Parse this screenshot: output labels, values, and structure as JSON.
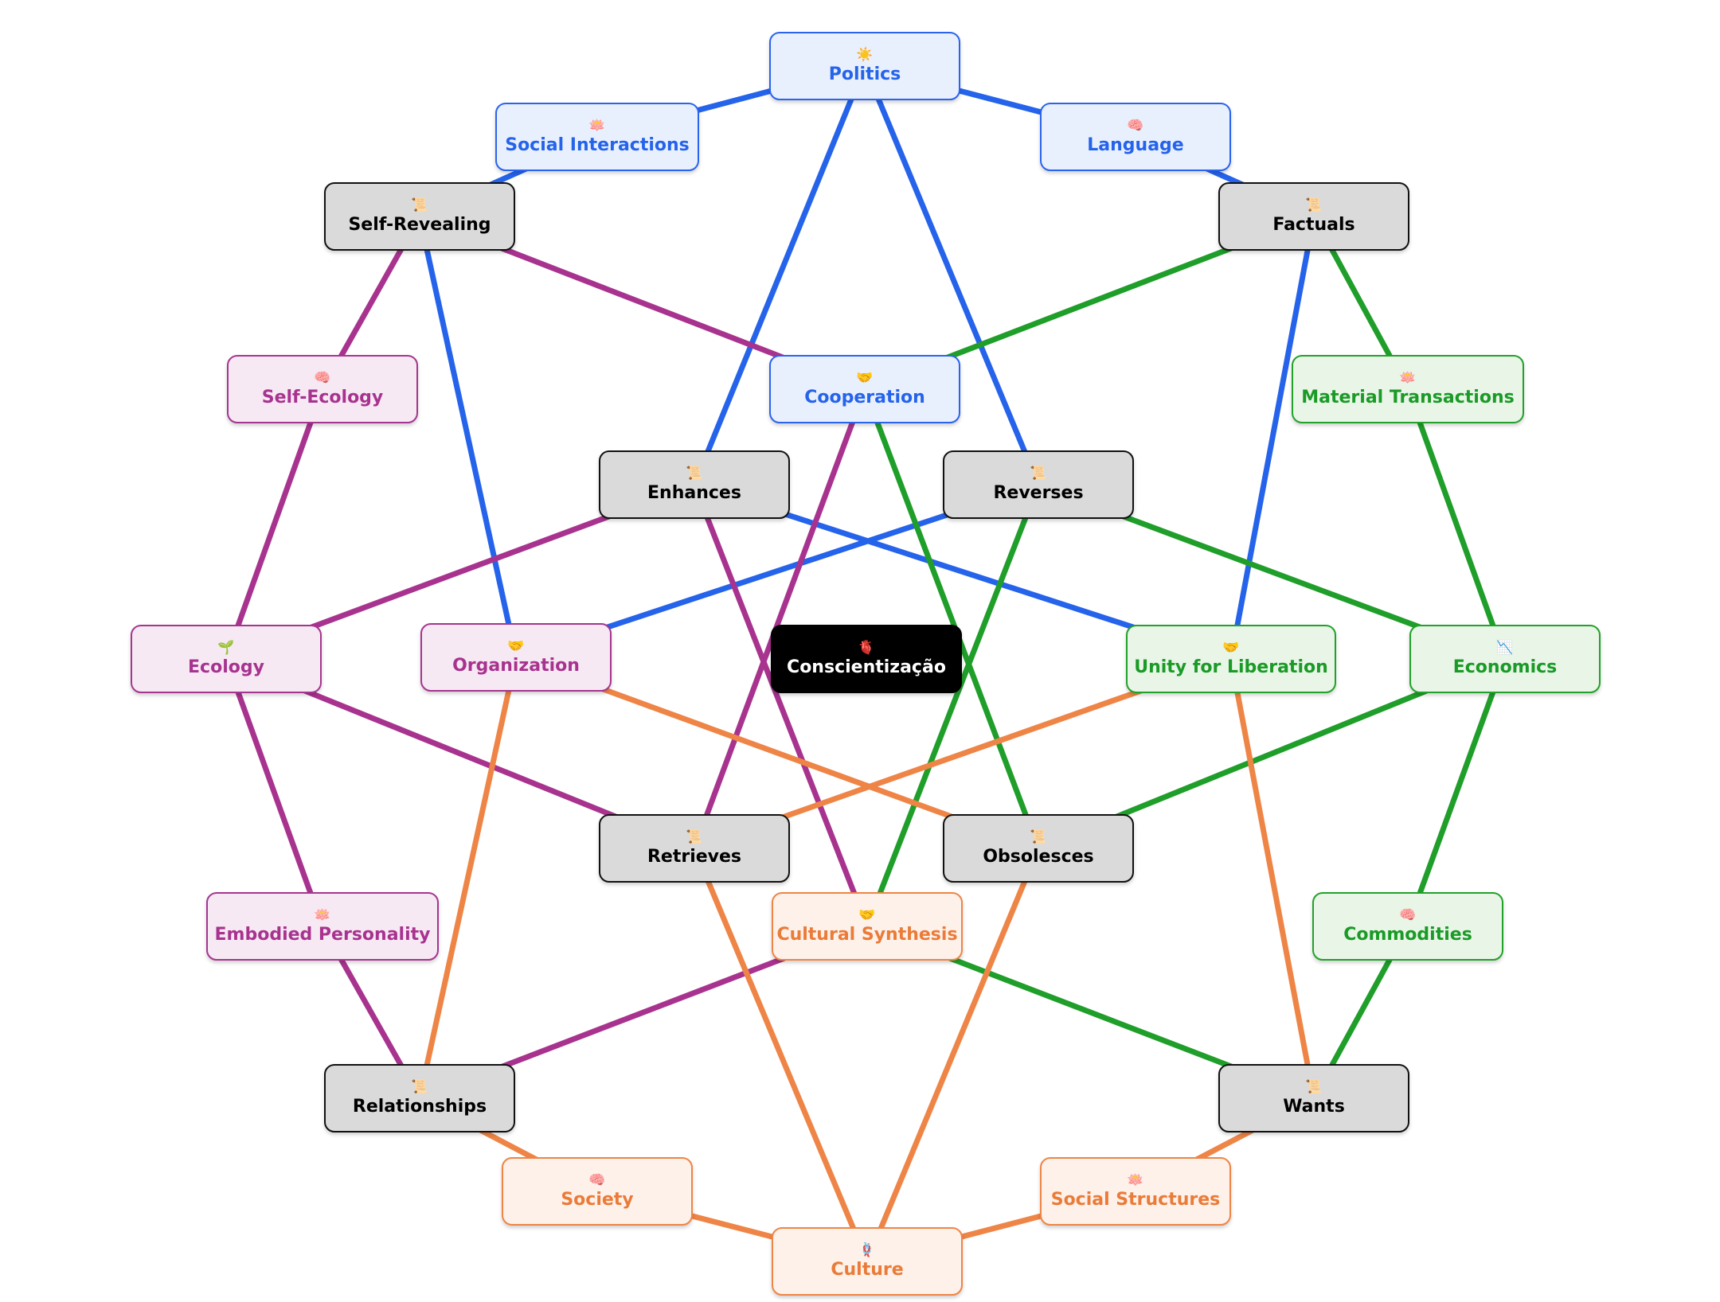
{
  "colors": {
    "blue": "#2563eb",
    "green": "#1f9e2a",
    "purple": "#a8338f",
    "orange": "#ee8546"
  },
  "nodes": [
    {
      "id": "politics",
      "label": "Politics",
      "icon": "☀️",
      "icon_name": "sun-icon",
      "theme": "blue"
    },
    {
      "id": "social_interactions",
      "label": "Social Interactions",
      "icon": "🪷",
      "icon_name": "lotus-icon",
      "theme": "blue"
    },
    {
      "id": "language",
      "label": "Language",
      "icon": "🧠",
      "icon_name": "brain-icon",
      "theme": "blue"
    },
    {
      "id": "self_revealing",
      "label": "Self-Revealing",
      "icon": "📜",
      "icon_name": "scroll-icon",
      "theme": "gray"
    },
    {
      "id": "factuals",
      "label": "Factuals",
      "icon": "📜",
      "icon_name": "scroll-icon",
      "theme": "gray"
    },
    {
      "id": "self_ecology",
      "label": "Self-Ecology",
      "icon": "🧠",
      "icon_name": "brain-icon",
      "theme": "purple"
    },
    {
      "id": "cooperation",
      "label": "Cooperation",
      "icon": "🤝",
      "icon_name": "handshake-icon",
      "theme": "blue"
    },
    {
      "id": "material_transactions",
      "label": "Material Transactions",
      "icon": "🪷",
      "icon_name": "lotus-icon",
      "theme": "green"
    },
    {
      "id": "enhances",
      "label": "Enhances",
      "icon": "📜",
      "icon_name": "scroll-icon",
      "theme": "gray"
    },
    {
      "id": "reverses",
      "label": "Reverses",
      "icon": "📜",
      "icon_name": "scroll-icon",
      "theme": "gray"
    },
    {
      "id": "ecology",
      "label": "Ecology",
      "icon": "🌱",
      "icon_name": "seedling-icon",
      "theme": "purple"
    },
    {
      "id": "organization",
      "label": "Organization",
      "icon": "🤝",
      "icon_name": "handshake-icon",
      "theme": "purple"
    },
    {
      "id": "conscientizacao",
      "label": "Conscientização",
      "icon": "🫀",
      "icon_name": "anatomical-heart-icon",
      "theme": "black"
    },
    {
      "id": "unity",
      "label": "Unity for Liberation",
      "icon": "🤝",
      "icon_name": "handshake-icon",
      "theme": "green"
    },
    {
      "id": "economics",
      "label": "Economics",
      "icon": "📉",
      "icon_name": "chart-decreasing-icon",
      "theme": "green"
    },
    {
      "id": "retrieves",
      "label": "Retrieves",
      "icon": "📜",
      "icon_name": "scroll-icon",
      "theme": "gray"
    },
    {
      "id": "obsolesces",
      "label": "Obsolesces",
      "icon": "📜",
      "icon_name": "scroll-icon",
      "theme": "gray"
    },
    {
      "id": "embodied_personality",
      "label": "Embodied Personality",
      "icon": "🪷",
      "icon_name": "lotus-icon",
      "theme": "purple"
    },
    {
      "id": "cultural_synthesis",
      "label": "Cultural Synthesis",
      "icon": "🤝",
      "icon_name": "handshake-icon",
      "theme": "orange"
    },
    {
      "id": "commodities",
      "label": "Commodities",
      "icon": "🧠",
      "icon_name": "brain-icon",
      "theme": "green"
    },
    {
      "id": "relationships",
      "label": "Relationships",
      "icon": "📜",
      "icon_name": "scroll-icon",
      "theme": "gray"
    },
    {
      "id": "wants",
      "label": "Wants",
      "icon": "📜",
      "icon_name": "scroll-icon",
      "theme": "gray"
    },
    {
      "id": "society",
      "label": "Society",
      "icon": "🧠",
      "icon_name": "brain-icon",
      "theme": "orange"
    },
    {
      "id": "social_structures",
      "label": "Social Structures",
      "icon": "🪷",
      "icon_name": "lotus-icon",
      "theme": "orange"
    },
    {
      "id": "culture",
      "label": "Culture",
      "icon": "🪢",
      "icon_name": "knot-icon",
      "theme": "orange"
    }
  ],
  "edges": [
    {
      "from": "politics",
      "to": "social_interactions",
      "color": "blue"
    },
    {
      "from": "politics",
      "to": "language",
      "color": "blue"
    },
    {
      "from": "politics",
      "to": "enhances",
      "color": "blue"
    },
    {
      "from": "politics",
      "to": "reverses",
      "color": "blue"
    },
    {
      "from": "social_interactions",
      "to": "self_revealing",
      "color": "blue"
    },
    {
      "from": "language",
      "to": "factuals",
      "color": "blue"
    },
    {
      "from": "self_revealing",
      "to": "organization",
      "color": "blue"
    },
    {
      "from": "factuals",
      "to": "unity",
      "color": "blue"
    },
    {
      "from": "enhances",
      "to": "unity",
      "color": "blue"
    },
    {
      "from": "reverses",
      "to": "organization",
      "color": "blue"
    },
    {
      "from": "self_revealing",
      "to": "cooperation",
      "color": "purple"
    },
    {
      "from": "self_revealing",
      "to": "self_ecology",
      "color": "purple"
    },
    {
      "from": "self_ecology",
      "to": "ecology",
      "color": "purple"
    },
    {
      "from": "ecology",
      "to": "enhances",
      "color": "purple"
    },
    {
      "from": "ecology",
      "to": "retrieves",
      "color": "purple"
    },
    {
      "from": "ecology",
      "to": "embodied_personality",
      "color": "purple"
    },
    {
      "from": "embodied_personality",
      "to": "relationships",
      "color": "purple"
    },
    {
      "from": "relationships",
      "to": "cultural_synthesis",
      "color": "purple"
    },
    {
      "from": "cooperation",
      "to": "retrieves",
      "color": "purple"
    },
    {
      "from": "enhances",
      "to": "cultural_synthesis",
      "color": "purple"
    },
    {
      "from": "factuals",
      "to": "cooperation",
      "color": "green"
    },
    {
      "from": "factuals",
      "to": "material_transactions",
      "color": "green"
    },
    {
      "from": "material_transactions",
      "to": "economics",
      "color": "green"
    },
    {
      "from": "reverses",
      "to": "economics",
      "color": "green"
    },
    {
      "from": "economics",
      "to": "obsolesces",
      "color": "green"
    },
    {
      "from": "economics",
      "to": "commodities",
      "color": "green"
    },
    {
      "from": "commodities",
      "to": "wants",
      "color": "green"
    },
    {
      "from": "cooperation",
      "to": "obsolesces",
      "color": "green"
    },
    {
      "from": "reverses",
      "to": "cultural_synthesis",
      "color": "green"
    },
    {
      "from": "cultural_synthesis",
      "to": "wants",
      "color": "green"
    },
    {
      "from": "organization",
      "to": "obsolesces",
      "color": "orange"
    },
    {
      "from": "organization",
      "to": "relationships",
      "color": "orange"
    },
    {
      "from": "unity",
      "to": "retrieves",
      "color": "orange"
    },
    {
      "from": "unity",
      "to": "wants",
      "color": "orange"
    },
    {
      "from": "retrieves",
      "to": "culture",
      "color": "orange"
    },
    {
      "from": "obsolesces",
      "to": "culture",
      "color": "orange"
    },
    {
      "from": "relationships",
      "to": "society",
      "color": "orange"
    },
    {
      "from": "society",
      "to": "culture",
      "color": "orange"
    },
    {
      "from": "culture",
      "to": "social_structures",
      "color": "orange"
    },
    {
      "from": "social_structures",
      "to": "wants",
      "color": "orange"
    }
  ]
}
